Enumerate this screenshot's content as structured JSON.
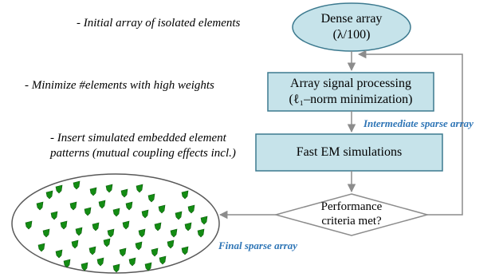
{
  "notes": {
    "initial": "- Initial array of isolated elements",
    "minimize": "- Minimize #elements with high weights",
    "insert_line1": "- Insert simulated embedded element",
    "insert_line2": "patterns (mutual coupling effects incl.)"
  },
  "nodes": {
    "dense_array": {
      "line1": "Dense array",
      "line2": "(λ/100)"
    },
    "signal_processing": {
      "line1": "Array signal processing",
      "line2": "(ℓ₁–norm minimization)"
    },
    "em_sim": {
      "label": "Fast EM simulations"
    },
    "criteria": {
      "line1": "Performance",
      "line2": "criteria met?"
    }
  },
  "edge_labels": {
    "intermediate": "Intermediate sparse array",
    "final": "Final sparse array"
  },
  "colors": {
    "fill": "#c6e3ea",
    "stroke": "#3d7a8f",
    "accent": "#2e75b6",
    "element": "#138c13"
  }
}
